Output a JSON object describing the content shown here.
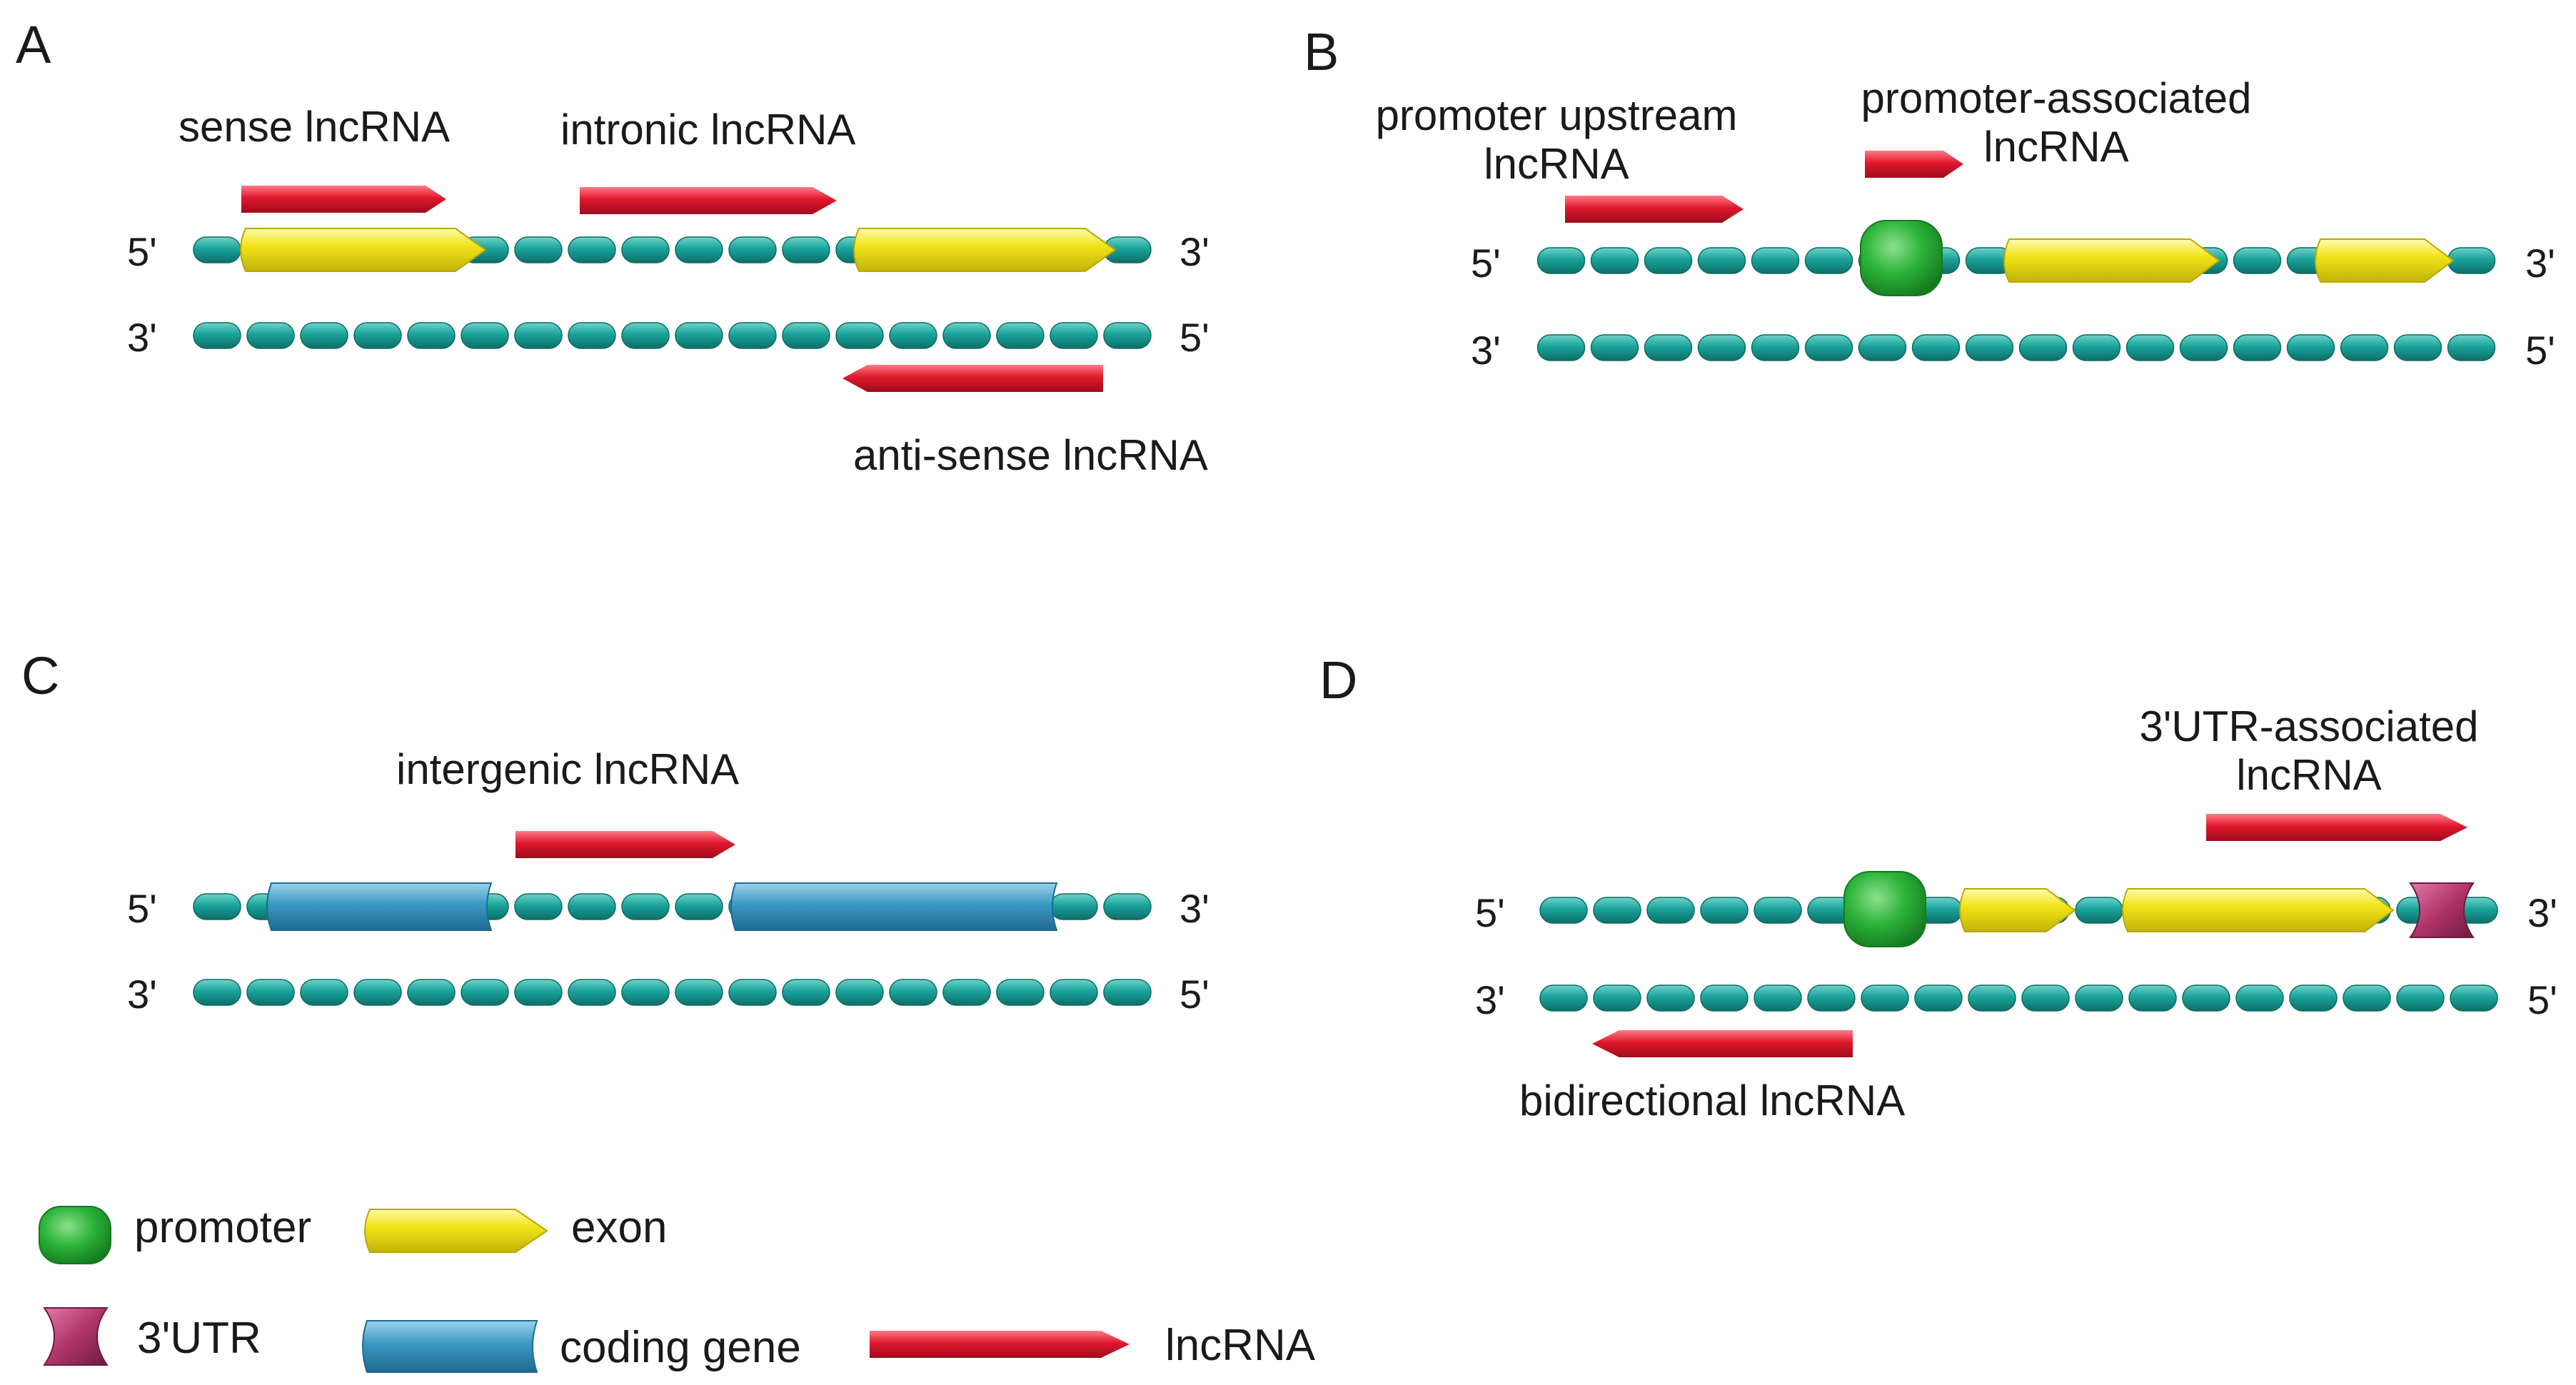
{
  "panels": {
    "a": {
      "letter": "A",
      "sense_label": "sense lncRNA",
      "intronic_label": "intronic lncRNA",
      "antisense_label": "anti-sense lncRNA",
      "top_left": "5'",
      "top_right": "3'",
      "bottom_left": "3'",
      "bottom_right": "5'"
    },
    "b": {
      "letter": "B",
      "upstream_label_1": "promoter upstream",
      "upstream_label_2": "lncRNA",
      "assoc_label_1": "promoter-associated",
      "assoc_label_2": "lncRNA",
      "top_left": "5'",
      "top_right": "3'",
      "bottom_left": "3'",
      "bottom_right": "5'"
    },
    "c": {
      "letter": "C",
      "intergenic_label": "intergenic lncRNA",
      "top_left": "5'",
      "top_right": "3'",
      "bottom_left": "3'",
      "bottom_right": "5'"
    },
    "d": {
      "letter": "D",
      "utr_label_1": "3'UTR-associated",
      "utr_label_2": "lncRNA",
      "bidirectional_label": "bidirectional lncRNA",
      "top_left": "5'",
      "top_right": "3'",
      "bottom_left": "3'",
      "bottom_right": "5'"
    }
  },
  "legend": {
    "promoter": "promoter",
    "exon": "exon",
    "utr": "3'UTR",
    "coding_gene": "coding gene",
    "lncrna": "lncRNA"
  },
  "colors": {
    "dna": "#1aa39a",
    "lncrna": "#e0182d",
    "exon": "#f2e41a",
    "promoter": "#2db43a",
    "coding_gene": "#3a98c4",
    "utr": "#b0346a"
  }
}
